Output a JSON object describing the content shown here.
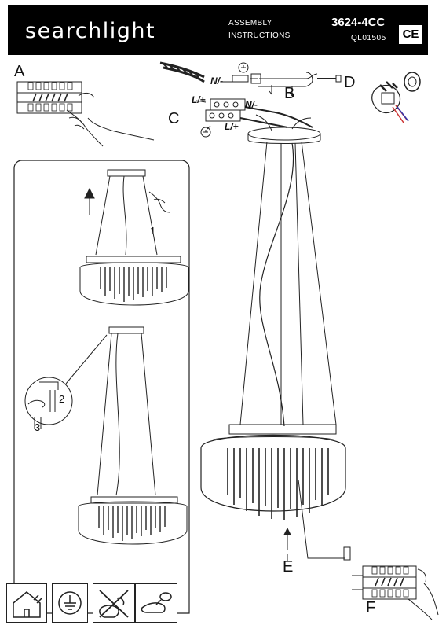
{
  "header": {
    "brand": "searchlight",
    "subtitle_line1": "ASSEMBLY",
    "subtitle_line2": "INSTRUCTIONS",
    "model": "3624-4CC",
    "code": "QL01505",
    "ce_mark": "CE"
  },
  "labels": {
    "a": "A",
    "b": "B",
    "c": "C",
    "d": "D",
    "e": "E",
    "f": "F"
  },
  "wiring": {
    "n_top": "N/-",
    "l_top": "L/+",
    "n_mid": "N/-",
    "l_mid": "L/+"
  },
  "steps": {
    "s1": "1",
    "s2": "2",
    "s3": "3"
  },
  "icons": {
    "indoor": "house-indoor-icon",
    "earth": "earth-ground-icon",
    "no_bulb_touch": "no-touch-bulb-icon",
    "glove_bulb": "glove-bulb-icon"
  }
}
